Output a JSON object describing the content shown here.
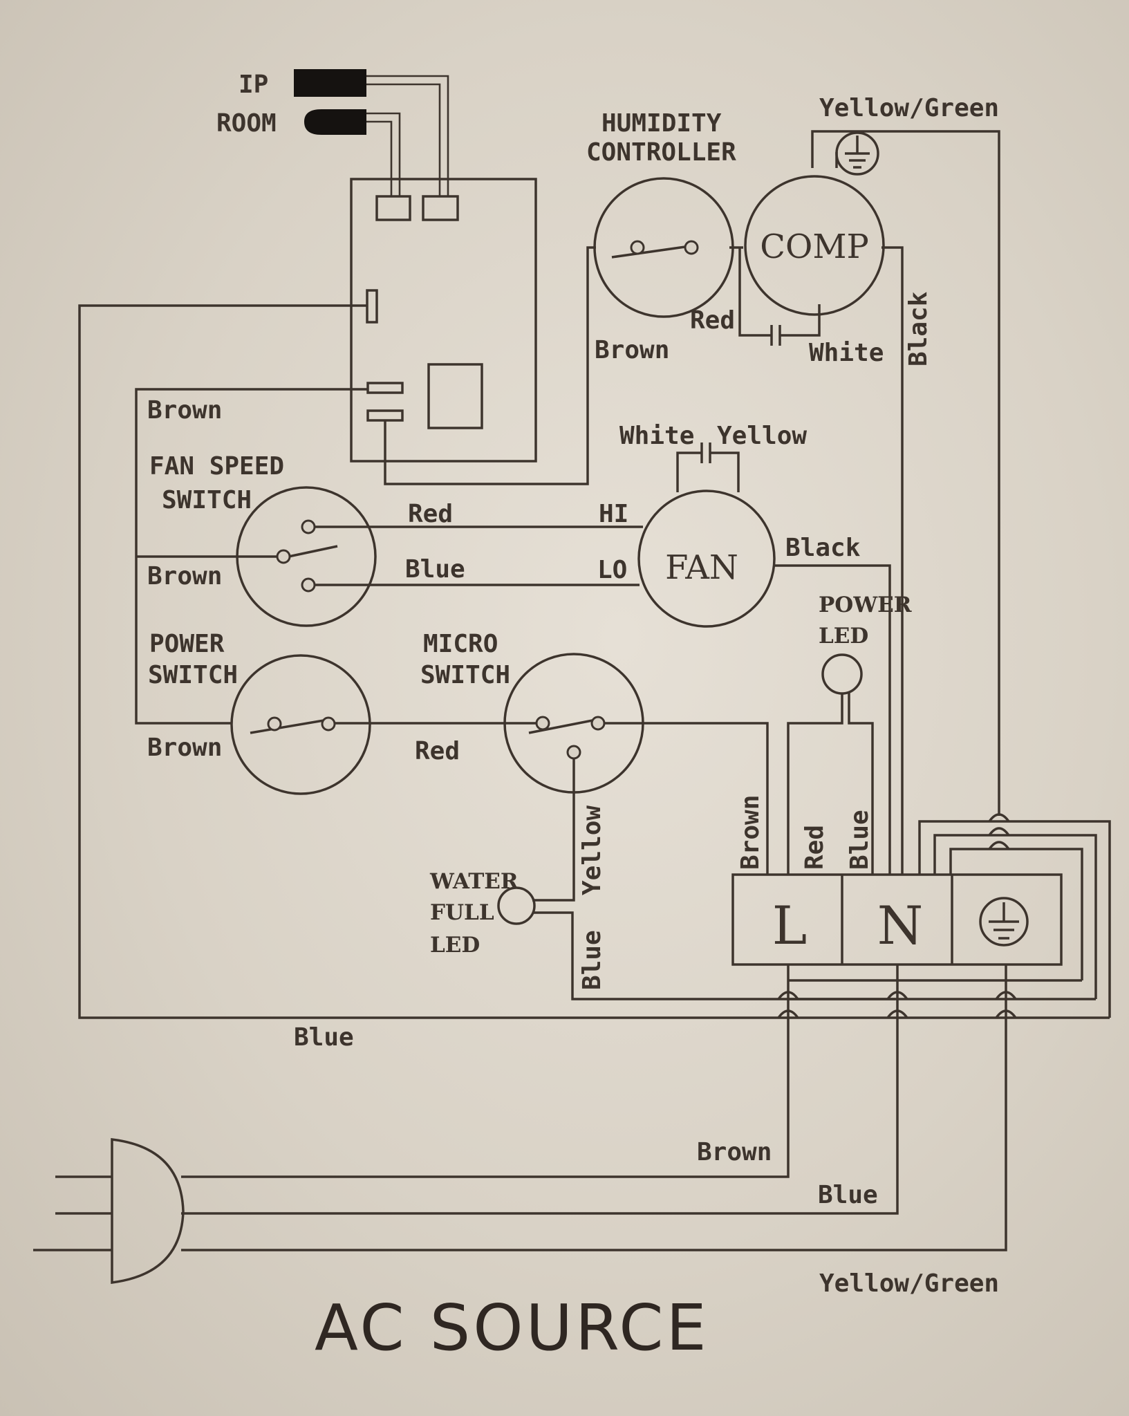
{
  "labels": {
    "ip": "IP",
    "room": "ROOM",
    "humidity_controller_1": "HUMIDITY",
    "humidity_controller_2": "CONTROLLER",
    "yellow_green_top": "Yellow/Green",
    "comp": "COMP",
    "red_comp": "Red",
    "white_comp": "White",
    "black_comp": "Black",
    "brown_humidity": "Brown",
    "brown_top_left": "Brown",
    "fan_speed_switch_1": "FAN SPEED",
    "fan_speed_switch_2": "SWITCH",
    "white_fan_cap": "White",
    "yellow_fan_cap": "Yellow",
    "red_hi": "Red",
    "hi": "HI",
    "blue_lo": "Blue",
    "lo": "LO",
    "fan": "FAN",
    "black_fan": "Black",
    "brown_fan_switch": "Brown",
    "power_led_1": "POWER",
    "power_led_2": "LED",
    "power_switch_1": "POWER",
    "power_switch_2": "SWITCH",
    "micro_switch_1": "MICRO",
    "micro_switch_2": "SWITCH",
    "brown_power_switch": "Brown",
    "red_micro": "Red",
    "yellow_micro": "Yellow",
    "water_full_led_1": "WATER",
    "water_full_led_2": "FULL",
    "water_full_led_3": "LED",
    "blue_water": "Blue",
    "brown_terminal": "Brown",
    "red_terminal": "Red",
    "blue_terminal": "Blue",
    "terminal_l": "L",
    "terminal_n": "N",
    "blue_bottom": "Blue",
    "brown_plug": "Brown",
    "blue_plug": "Blue",
    "yellow_green_plug": "Yellow/Green",
    "ac_source": "AC SOURCE"
  }
}
